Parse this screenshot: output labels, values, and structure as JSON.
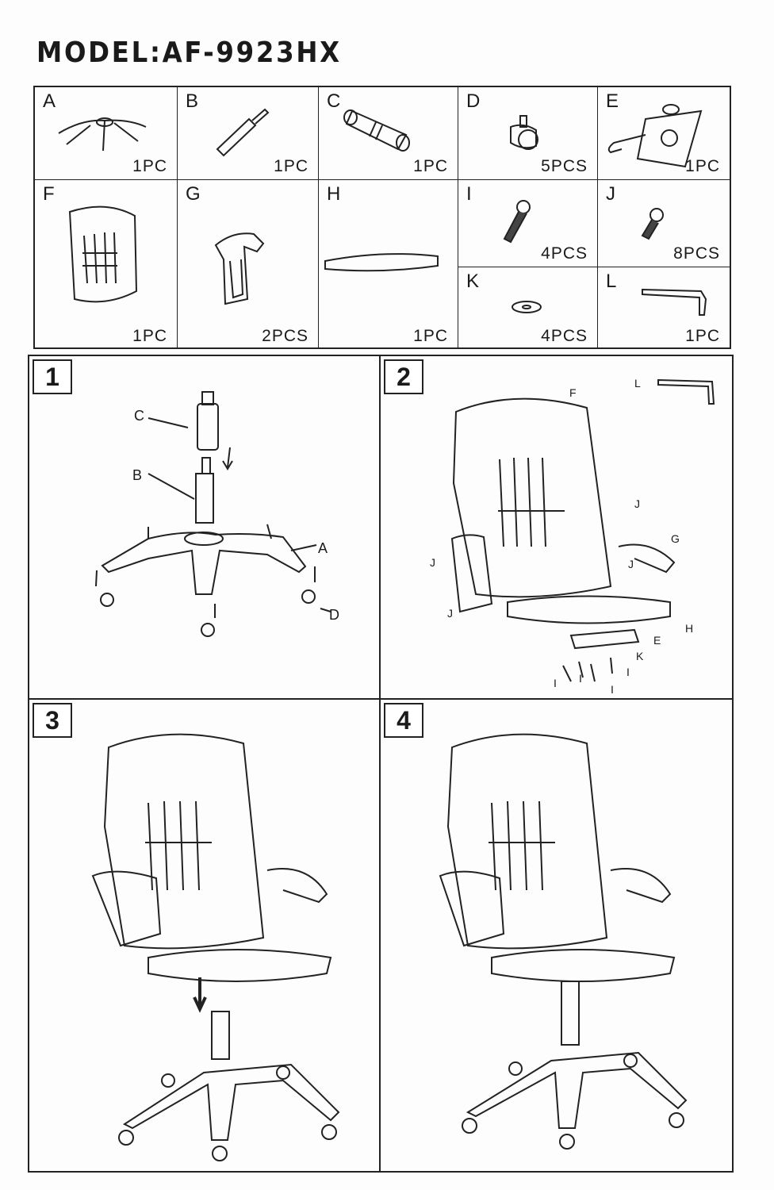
{
  "title": "MODEL:AF-9923HX",
  "parts": [
    {
      "letter": "A",
      "qty": "1PC"
    },
    {
      "letter": "B",
      "qty": "1PC"
    },
    {
      "letter": "C",
      "qty": "1PC"
    },
    {
      "letter": "D",
      "qty": "5PCS"
    },
    {
      "letter": "E",
      "qty": "1PC"
    },
    {
      "letter": "F",
      "qty": "1PC"
    },
    {
      "letter": "G",
      "qty": "2PCS"
    },
    {
      "letter": "H",
      "qty": "1PC"
    },
    {
      "letter": "I",
      "qty": "4PCS"
    },
    {
      "letter": "J",
      "qty": "8PCS"
    },
    {
      "letter": "K",
      "qty": "4PCS"
    },
    {
      "letter": "L",
      "qty": "1PC"
    }
  ],
  "steps": [
    {
      "number": "1",
      "labels": [
        "C",
        "B",
        "A",
        "D"
      ]
    },
    {
      "number": "2",
      "labels": [
        "F",
        "L",
        "J",
        "G",
        "J",
        "J",
        "J",
        "H",
        "E",
        "K",
        "I",
        "I",
        "I",
        "I"
      ]
    },
    {
      "number": "3"
    },
    {
      "number": "4"
    }
  ]
}
